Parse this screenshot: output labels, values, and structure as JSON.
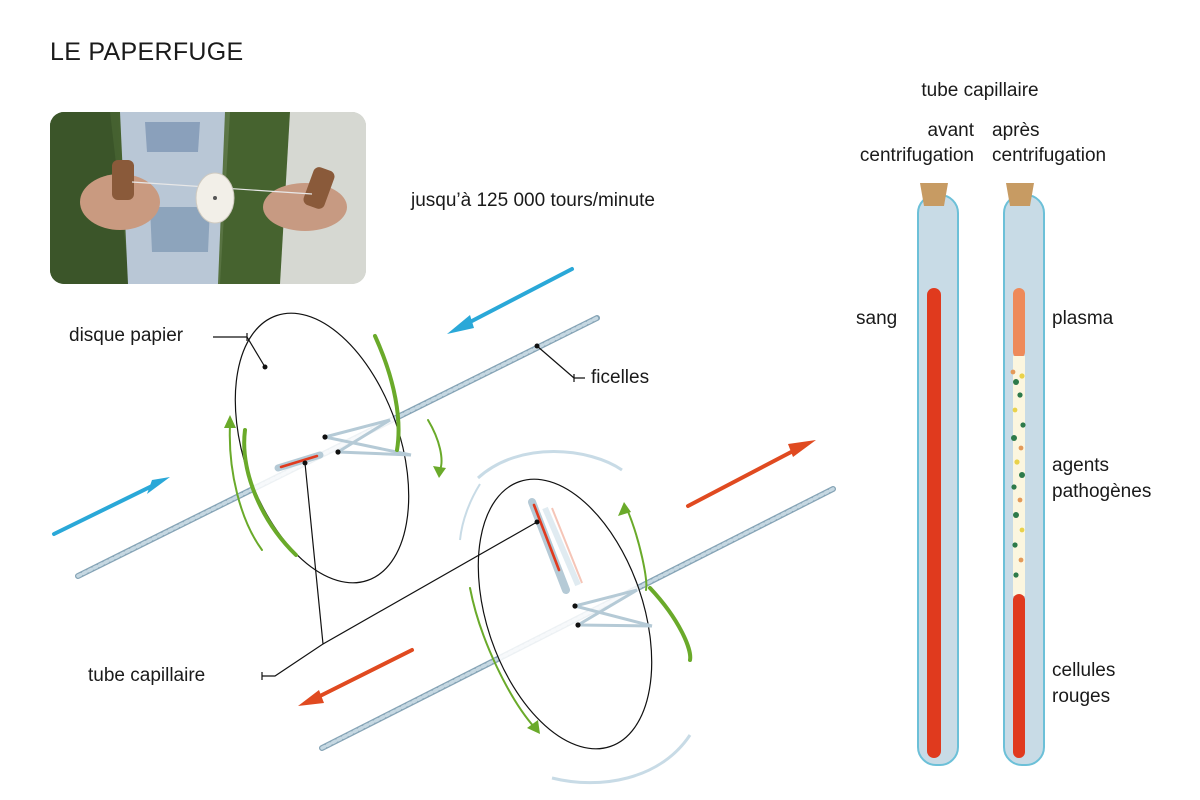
{
  "title": "LE PAPERFUGE",
  "speed": "jusqu’à 125 000 tours/minute",
  "labels": {
    "paper_disc": "disque papier",
    "strings": "ficelles",
    "capillary_tube": "tube capillaire"
  },
  "tubes": {
    "heading": "tube capillaire",
    "before_line1": "avant",
    "before_line2": "centrifugation",
    "after_line1": "après",
    "after_line2": "centrifugation",
    "blood": "sang",
    "plasma": "plasma",
    "pathogens_line1": "agents",
    "pathogens_line2": "pathogènes",
    "red_cells_line1": "cellules",
    "red_cells_line2": "rouges"
  },
  "colors": {
    "blood": "#e03a1e",
    "plasma": "#ee8a5a",
    "tube_glass": "#c8dbe6",
    "tube_border": "#6cc0d8",
    "cork": "#c79b63",
    "rotation_arrow": "#6aaa2a",
    "pull_arrow": "#2aa8d8",
    "motion_arrow": "#e04a20",
    "string": "#a9c4d4"
  }
}
